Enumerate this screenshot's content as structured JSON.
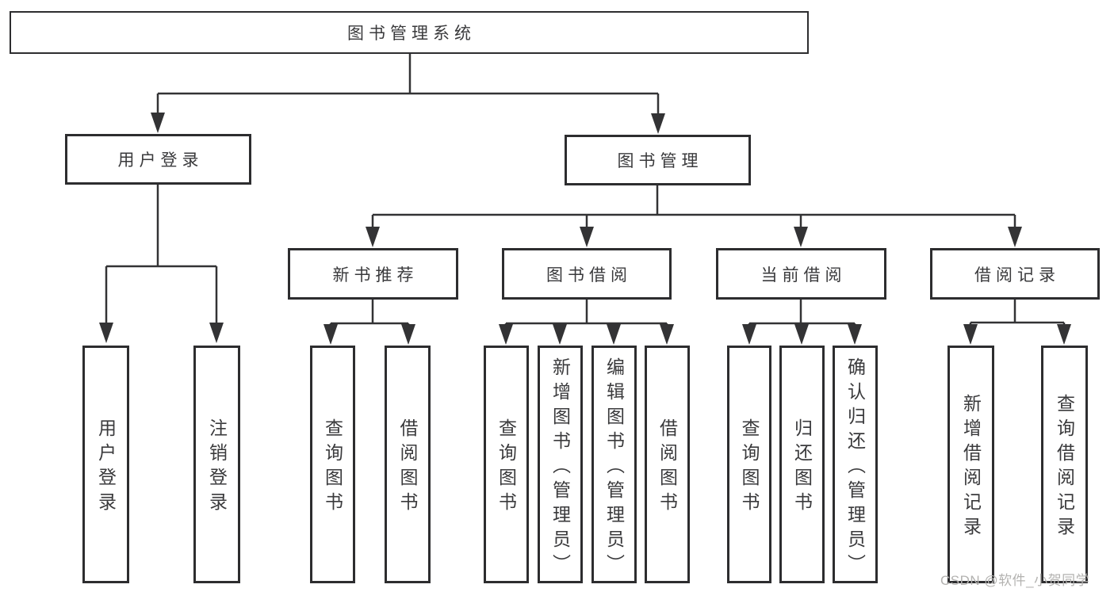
{
  "nodes": {
    "root": "图书管理系统",
    "level2": {
      "user_login": "用户登录",
      "book_management": "图书管理"
    },
    "level3": {
      "new_book_recommend": "新书推荐",
      "book_borrowing": "图书借阅",
      "current_borrowing": "当前借阅",
      "borrowing_records": "借阅记录"
    },
    "leaves": {
      "user_login": [
        "用户登录",
        "注销登录"
      ],
      "new_book_recommend": [
        "查询图书",
        "借阅图书"
      ],
      "book_borrowing": [
        "查询图书",
        "新增图书（管理员）",
        "编辑图书（管理员）",
        "借阅图书"
      ],
      "current_borrowing": [
        "查询图书",
        "归还图书",
        "确认归还（管理员）"
      ],
      "borrowing_records": [
        "新增借阅记录",
        "查询借阅记录"
      ]
    }
  },
  "watermark": "CSDN @软件_小贺同学",
  "colors": {
    "line": "#333335",
    "border": "#2d2d2f",
    "text": "#3a3a3c",
    "background": "#ffffff",
    "watermark": "#b3b2b0"
  }
}
